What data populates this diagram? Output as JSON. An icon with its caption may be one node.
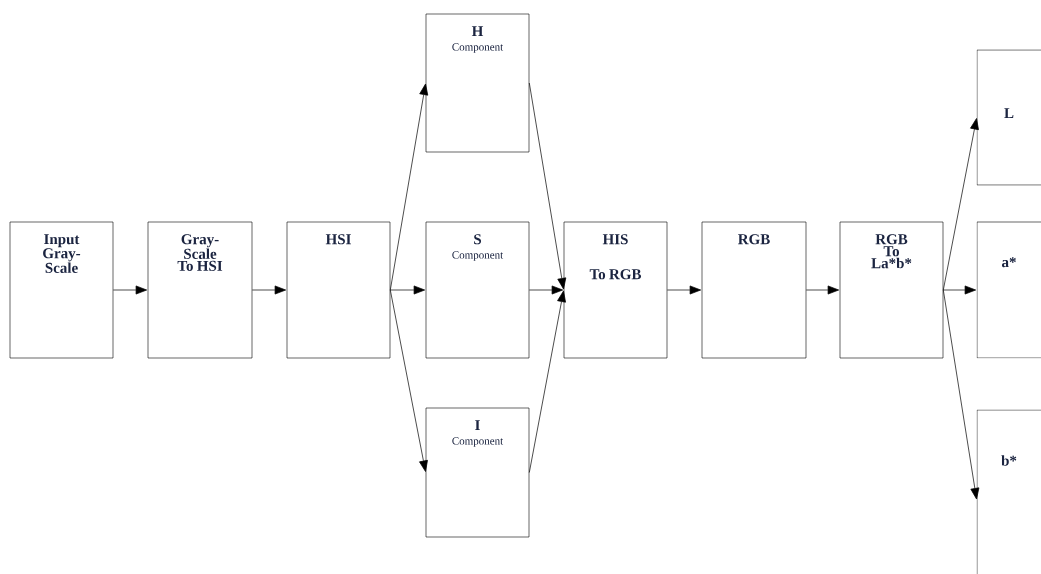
{
  "diagram": {
    "nodes": [
      {
        "text": [
          "Input Gray-Scale"
        ]
      },
      {
        "text": [
          "Gray-Scale To HSI"
        ]
      },
      {
        "text": [
          "HSI"
        ]
      },
      {
        "text": [
          "H",
          "Component"
        ]
      },
      {
        "text": [
          "S",
          "Component"
        ]
      },
      {
        "text": [
          "I",
          "Component"
        ]
      },
      {
        "text": [
          "HIS",
          "To RGB"
        ]
      },
      {
        "text": [
          "RGB"
        ]
      },
      {
        "text": [
          "RGB To La*b*"
        ]
      },
      {
        "text": [
          "L"
        ]
      },
      {
        "text": [
          "a*"
        ]
      },
      {
        "text": [
          "b*"
        ]
      }
    ],
    "edges": [
      {
        "from": 0,
        "to": 1,
        "arrow": "to"
      },
      {
        "from": 1,
        "to": 2,
        "arrow": "to"
      },
      {
        "from": 2,
        "to": 3,
        "arrow": "to"
      },
      {
        "from": 2,
        "to": 4,
        "arrow": "to"
      },
      {
        "from": 2,
        "to": 5,
        "arrow": "to"
      },
      {
        "from": 3,
        "to": 6,
        "arrow": "to"
      },
      {
        "from": 4,
        "to": 6,
        "arrow": "to"
      },
      {
        "from": 5,
        "to": 6,
        "arrow": "to"
      },
      {
        "from": 6,
        "to": 7,
        "arrow": "to"
      },
      {
        "from": 7,
        "to": 8,
        "arrow": "to"
      },
      {
        "from": 8,
        "to": 9,
        "arrow": "to"
      },
      {
        "from": 8,
        "to": 10,
        "arrow": "to"
      },
      {
        "from": 8,
        "to": 11,
        "arrow": "to"
      }
    ]
  }
}
